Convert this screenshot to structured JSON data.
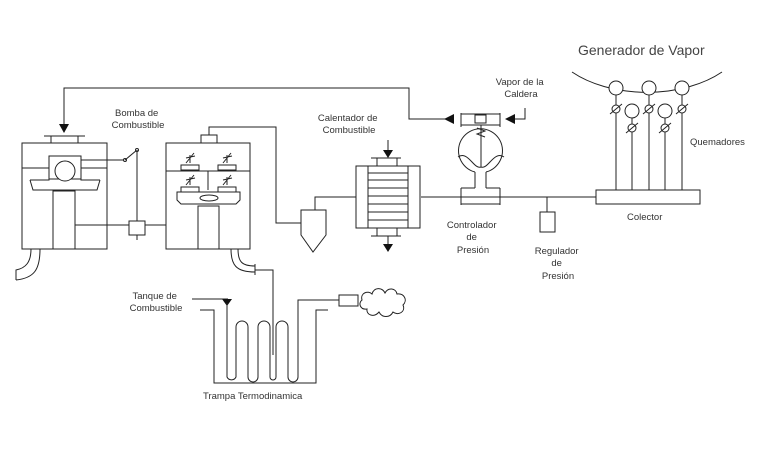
{
  "diagram": {
    "title": "Generador de Vapor",
    "labels": {
      "pump": [
        "Bomba de",
        "Combustible"
      ],
      "heater": [
        "Calentador de",
        "Combustible"
      ],
      "steam": [
        "Vapor de la",
        "Caldera"
      ],
      "controller": [
        "Controlador",
        "de",
        "Presión"
      ],
      "regulator": [
        "Regulador",
        "de",
        "Presión"
      ],
      "collector": "Colector",
      "burners": "Quemadores",
      "tank": [
        "Tanque de",
        "Combustible"
      ],
      "trap": "Trampa Termodinamica"
    },
    "burner_count": 5
  }
}
